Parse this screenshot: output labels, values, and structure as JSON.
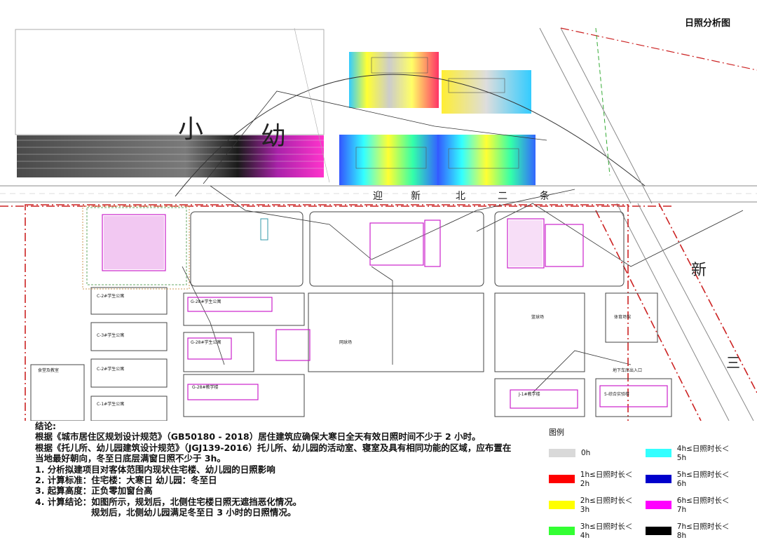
{
  "title": "日照分析图",
  "map_labels": {
    "kindergarten_char_1": "小",
    "kindergarten_char_2": "幼",
    "road_north_chars": [
      "迎",
      "新",
      "北",
      "二",
      "条"
    ],
    "road_east_char_1": "新",
    "road_east_char_2": "三",
    "basketball": "篮球场",
    "sports": "体育场馆",
    "mesh": "网球场",
    "canteen": "食堂及教室",
    "entrance": "地下车库出入口",
    "school_1": "C-2#学生公寓",
    "school_2": "C-3#学生公寓",
    "school_3": "C-2#学生公寓",
    "school_4": "C-1#学生公寓",
    "school_5": "G-28#学生公寓",
    "school_6": "G-28#学生公寓",
    "school_7": "G-28#教学楼",
    "school_8": "J-1#教学楼",
    "school_9": "5-综合实验楼"
  },
  "conclusion": {
    "heading": "结论:",
    "line1": "根据《城市居住区规划设计规范》（GB50180 - 2018）居住建筑应确保大寒日全天有效日照时间不少于 2 小时。",
    "line2": "根据《托儿所、幼儿园建筑设计规范》（JGJ139-2016）托儿所、幼儿园的活动室、寝室及具有相同功能的区域，应布置在",
    "line3": "当地最好朝向，冬至日底层满窗日照不少于 3h。",
    "item1": "1. 分析拟建项目对客体范围内现状住宅楼、幼儿园的日照影响",
    "item2": "2. 计算标准：住宅楼：大寒日    幼儿园：冬至日",
    "item3": "3. 起算高度：正负零加窗台高",
    "item4": "4. 计算结论：如图所示，规划后，北侧住宅楼日照无遮挡恶化情况。",
    "item4b": "规划后，北侧幼儿园满足冬至日 3 小时的日照情况。"
  },
  "legend": {
    "title": "图例",
    "items": [
      {
        "label": "0h",
        "color": "#d9d9d9"
      },
      {
        "label": "4h≤日照时长＜5h",
        "color": "#33ffff"
      },
      {
        "label": "1h≤日照时长＜2h",
        "color": "#ff0000"
      },
      {
        "label": "5h≤日照时长＜6h",
        "color": "#0000cc"
      },
      {
        "label": "2h≤日照时长＜3h",
        "color": "#ffff00"
      },
      {
        "label": "6h≤日照时长＜7h",
        "color": "#ff00ff"
      },
      {
        "label": "3h≤日照时长＜4h",
        "color": "#33ff33"
      },
      {
        "label": "7h≤日照时长＜8h",
        "color": "#000000"
      }
    ]
  }
}
